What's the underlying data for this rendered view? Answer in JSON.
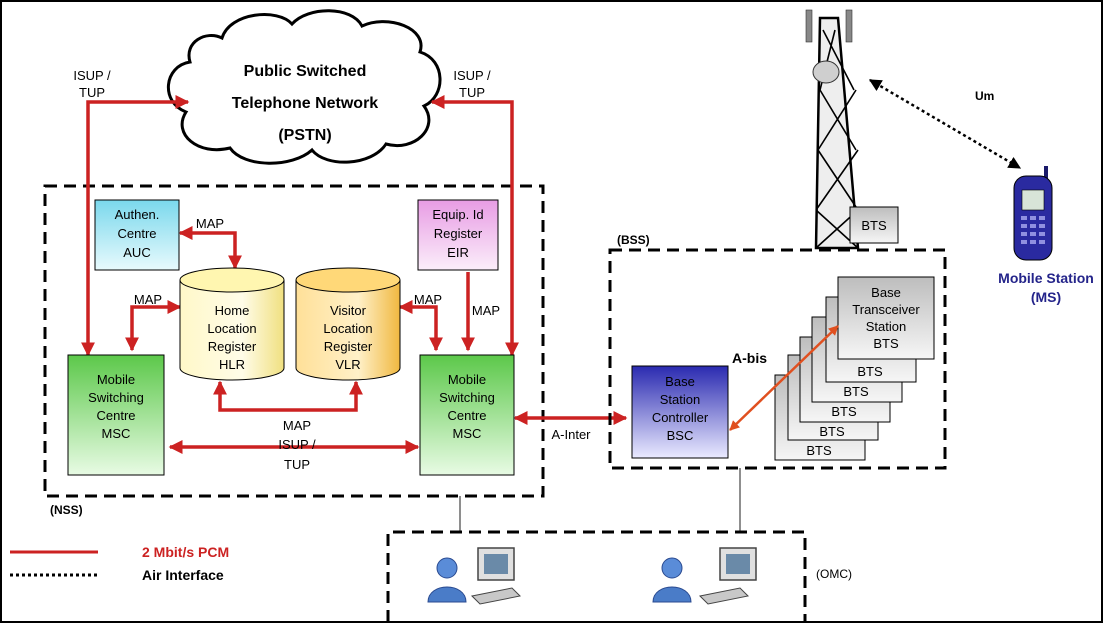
{
  "pstn": {
    "line1": "Public Switched",
    "line2": "Telephone Network",
    "line3": "(PSTN)"
  },
  "links": {
    "isup_left": [
      "ISUP /",
      "TUP"
    ],
    "isup_right": [
      "ISUP /",
      "TUP"
    ],
    "map_auc": "MAP",
    "map_hlr": "MAP",
    "map_vlr": "MAP",
    "map_eir": "MAP",
    "map_bottom": "MAP",
    "isup_bottom": [
      "ISUP /",
      "TUP"
    ],
    "a_inter": "A-Inter",
    "a_bis": "A-bis",
    "um": "Um"
  },
  "nss": {
    "label": "(NSS)",
    "auc": [
      "Authen.",
      "Centre",
      "AUC"
    ],
    "eir": [
      "Equip. Id",
      "Register",
      "EIR"
    ],
    "hlr": [
      "Home",
      "Location",
      "Register",
      "HLR"
    ],
    "vlr": [
      "Visitor",
      "Location",
      "Register",
      "VLR"
    ],
    "msc_left": [
      "Mobile",
      "Switching",
      "Centre",
      "MSC"
    ],
    "msc_right": [
      "Mobile",
      "Switching",
      "Centre",
      "MSC"
    ]
  },
  "bss": {
    "label": "(BSS)",
    "bsc": [
      "Base",
      "Station",
      "Controller",
      "BSC"
    ],
    "bts_main": [
      "Base",
      "Transceiver",
      "Station",
      "BTS"
    ],
    "bts_stack": [
      "BTS",
      "BTS",
      "BTS",
      "BTS",
      "BTS"
    ],
    "bts_tower": "BTS"
  },
  "ms": {
    "line1": "Mobile Station",
    "line2": "(MS)"
  },
  "omc": {
    "label": "(OMC)"
  },
  "legend": {
    "pcm": "2 Mbit/s PCM",
    "air": "Air Interface"
  },
  "colors": {
    "pcm_red": "#cc2222",
    "msc_green": "#8fe07a",
    "hlr_yellow": "#fff3a0",
    "vlr_orange": "#ffd070",
    "auc_cyan": "#b8f0f8",
    "eir_pink": "#f4c8f0",
    "bsc_blue": "#4848c8",
    "ms_blue": "#24248a"
  }
}
